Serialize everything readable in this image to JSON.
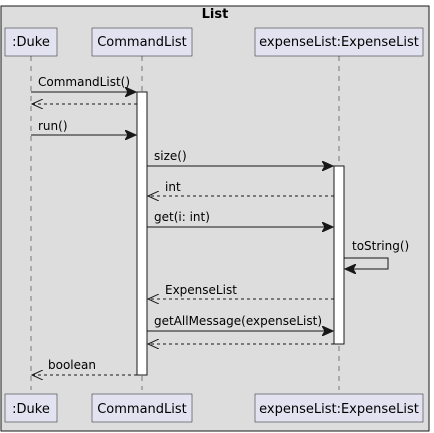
{
  "frame": {
    "title": "List"
  },
  "participants": [
    {
      "id": "duke",
      "label": ":Duke"
    },
    {
      "id": "commandlist",
      "label": "CommandList"
    },
    {
      "id": "expenselist",
      "label": "expenseList:ExpenseList"
    }
  ],
  "messages": [
    {
      "label": "CommandList()",
      "from": "duke",
      "to": "commandlist",
      "kind": "call"
    },
    {
      "label": "",
      "from": "commandlist",
      "to": "duke",
      "kind": "return"
    },
    {
      "label": "run()",
      "from": "duke",
      "to": "commandlist",
      "kind": "call"
    },
    {
      "label": "size()",
      "from": "commandlist",
      "to": "expenselist",
      "kind": "call"
    },
    {
      "label": "int",
      "from": "expenselist",
      "to": "commandlist",
      "kind": "return"
    },
    {
      "label": "get(i: int)",
      "from": "commandlist",
      "to": "expenselist",
      "kind": "call"
    },
    {
      "label": "toString()",
      "from": "expenselist",
      "to": "expenselist",
      "kind": "self"
    },
    {
      "label": "ExpenseList",
      "from": "expenselist",
      "to": "commandlist",
      "kind": "return"
    },
    {
      "label": "getAllMessage(expenseList)",
      "from": "commandlist",
      "to": "expenselist",
      "kind": "call"
    },
    {
      "label": "",
      "from": "expenselist",
      "to": "commandlist",
      "kind": "return"
    },
    {
      "label": "boolean",
      "from": "commandlist",
      "to": "duke",
      "kind": "return"
    }
  ],
  "colors": {
    "frame_bg": "#dddddd",
    "participant_fill": "#e2e2f0",
    "participant_stroke": "#181818",
    "lifeline": "#777777",
    "activation_fill": "#ffffff",
    "line": "#181818"
  }
}
